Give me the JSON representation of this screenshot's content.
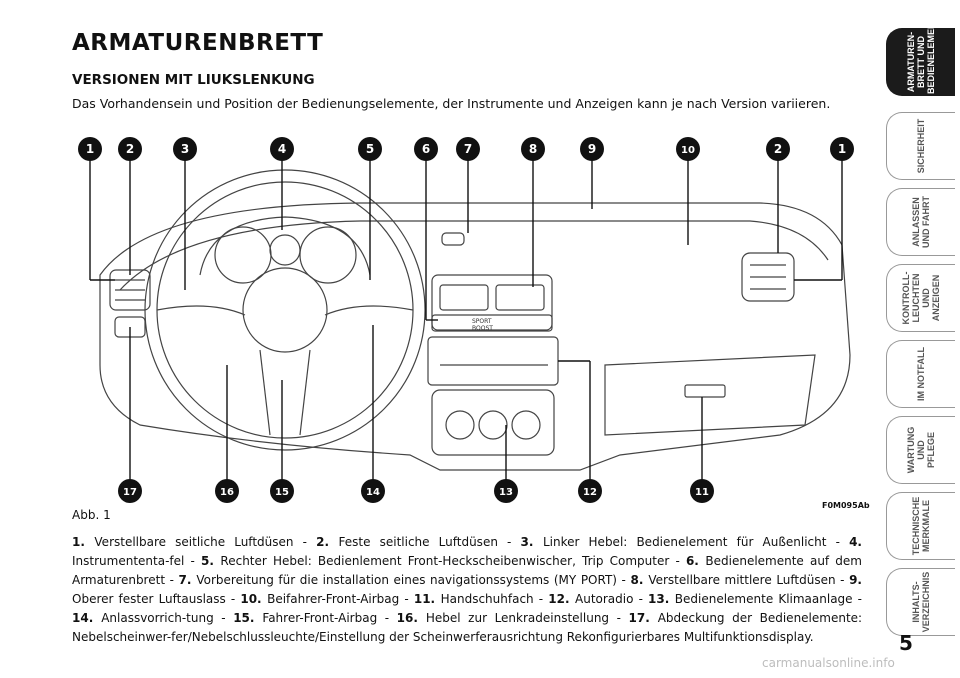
{
  "page": {
    "title": "ARMATURENBRETT",
    "section_title": "VERSIONEN MIT LIUKSLENKUNG",
    "intro": "Das Vorhandensein und Position der Bedienungselemente, der Instrumente und Anzeigen kann je nach Version variieren.",
    "figure_caption": "Abb. 1",
    "figure_code": "F0M095Ab",
    "page_number": "5",
    "watermark": "carmanualsonline.info"
  },
  "figure": {
    "top_callouts": [
      "1",
      "2",
      "3",
      "4",
      "5",
      "6",
      "7",
      "8",
      "9",
      "10",
      "2",
      "1"
    ],
    "bottom_callouts": [
      "17",
      "16",
      "15",
      "14",
      "13",
      "12",
      "11"
    ],
    "panel_labels": [
      "SPORT",
      "BOOST"
    ]
  },
  "legend": [
    {
      "num": "1.",
      "text": "Verstellbare seitliche Luftdüsen - "
    },
    {
      "num": "2.",
      "text": "Feste seitliche Luftdüsen - "
    },
    {
      "num": "3.",
      "text": "Linker Hebel: Bedienelement für Außenlicht - "
    },
    {
      "num": "4.",
      "text": "Instrumententa-fel - "
    },
    {
      "num": "5.",
      "text": "Rechter Hebel: Bedienlement Front-Heckscheibenwischer, Trip Computer - "
    },
    {
      "num": "6.",
      "text": "Bedienelemente auf dem Armaturenbrett - "
    },
    {
      "num": "7.",
      "text": "Vorbereitung für die installation eines navigationssystems (MY PORT) - "
    },
    {
      "num": "8.",
      "text": "Verstellbare mittlere Luftdüsen - "
    },
    {
      "num": "9.",
      "text": "Oberer fester Luftauslass - "
    },
    {
      "num": "10.",
      "text": "Beifahrer-Front-Airbag - "
    },
    {
      "num": "11.",
      "text": "Handschuhfach - "
    },
    {
      "num": "12.",
      "text": "Autoradio - "
    },
    {
      "num": "13.",
      "text": "Bedienelemente Klimaanlage - "
    },
    {
      "num": "14.",
      "text": "Anlassvorrich-tung - "
    },
    {
      "num": "15.",
      "text": "Fahrer-Front-Airbag - "
    },
    {
      "num": "16.",
      "text": "Hebel zur Lenkradeinstellung - "
    },
    {
      "num": "17.",
      "text": "Abdeckung der Bedienelemente: Nebelscheinwer-fer/Nebelschlussleuchte/Einstellung der Scheinwerferausrichtung Rekonfigurierbares Multifunktionsdisplay."
    }
  ],
  "tabs": [
    {
      "label": "ARMATUREN-\nBRETT UND\nBEDIENELEMENTE",
      "active": true
    },
    {
      "label": "SICHERHEIT",
      "active": false
    },
    {
      "label": "ANLASSEN\nUND FAHRT",
      "active": false
    },
    {
      "label": "KONTROLL-\nLEUCHTEN UND\nANZEIGEN",
      "active": false
    },
    {
      "label": "IM NOTFALL",
      "active": false
    },
    {
      "label": "WARTUNG UND\nPFLEGE",
      "active": false
    },
    {
      "label": "TECHNISCHE\nMERKMALE",
      "active": false
    },
    {
      "label": "INHALTS-\nVERZEICHNIS",
      "active": false
    }
  ]
}
